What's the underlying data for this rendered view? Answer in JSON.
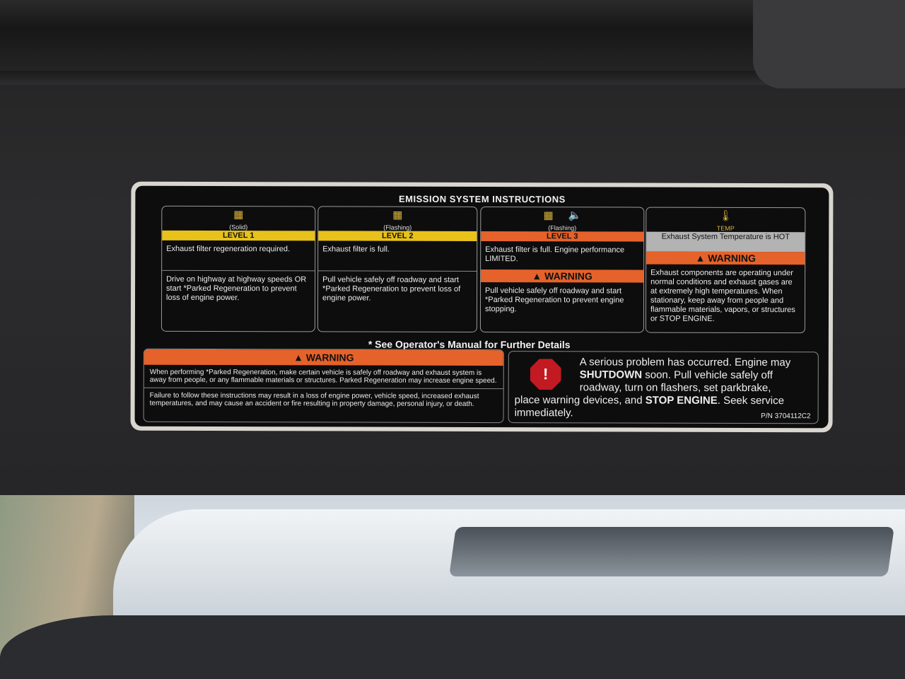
{
  "label": {
    "title": "EMISSION SYSTEM INSTRUCTIONS",
    "panels": [
      {
        "icon": "DPF",
        "state": "(Solid)",
        "level": "LEVEL 1",
        "status": "Exhaust filter regeneration required.",
        "action": "Drive on highway at highway speeds OR start *Parked Regeneration to prevent loss of engine power."
      },
      {
        "icon": "DPF",
        "state": "(Flashing)",
        "level": "LEVEL 2",
        "status": "Exhaust filter is full.",
        "action": "Pull vehicle safely off roadway and start *Parked Regeneration to prevent loss of engine power."
      },
      {
        "icon": "DPF",
        "state": "(Flashing)",
        "level": "LEVEL 3",
        "status": "Exhaust filter is full. Engine performance LIMITED.",
        "warning": "WARNING",
        "action": "Pull vehicle safely off roadway and start *Parked Regeneration to prevent engine stopping."
      },
      {
        "icon": "TEMP",
        "level": "Exhaust System Temperature is HOT",
        "warning": "WARNING",
        "action": "Exhaust components are operating under normal conditions and exhaust gases are at extremely high temperatures. When stationary, keep away from people and flammable materials, vapors, or structures or STOP ENGINE."
      }
    ],
    "manual_note": "* See Operator's Manual for Further Details",
    "bottom_warning": {
      "title": "WARNING",
      "text1": "When performing *Parked Regeneration, make certain vehicle is safely off roadway and exhaust system is away from people, or any flammable materials or structures.  Parked Regeneration may increase engine speed.",
      "text2": "Failure to follow these instructions may result in a loss of engine power, vehicle speed, increased exhaust temperatures, and may cause an accident or fire resulting in property damage, personal injury, or death."
    },
    "stop_notice": {
      "line1a": "A serious problem has occurred.  Engine may ",
      "shutdown": "SHUTDOWN",
      "line1b": " soon.  Pull vehicle safely off roadway, turn on flashers, set parkbrake,",
      "line2a": "place warning devices, and ",
      "stop": "STOP ENGINE",
      "line2b": ".  Seek service immediately.",
      "icon": "!"
    },
    "part_number": "P/N 3704112C2",
    "colors": {
      "yellow": "#e8c21a",
      "orange": "#e5622a",
      "red": "#c21a22"
    }
  }
}
